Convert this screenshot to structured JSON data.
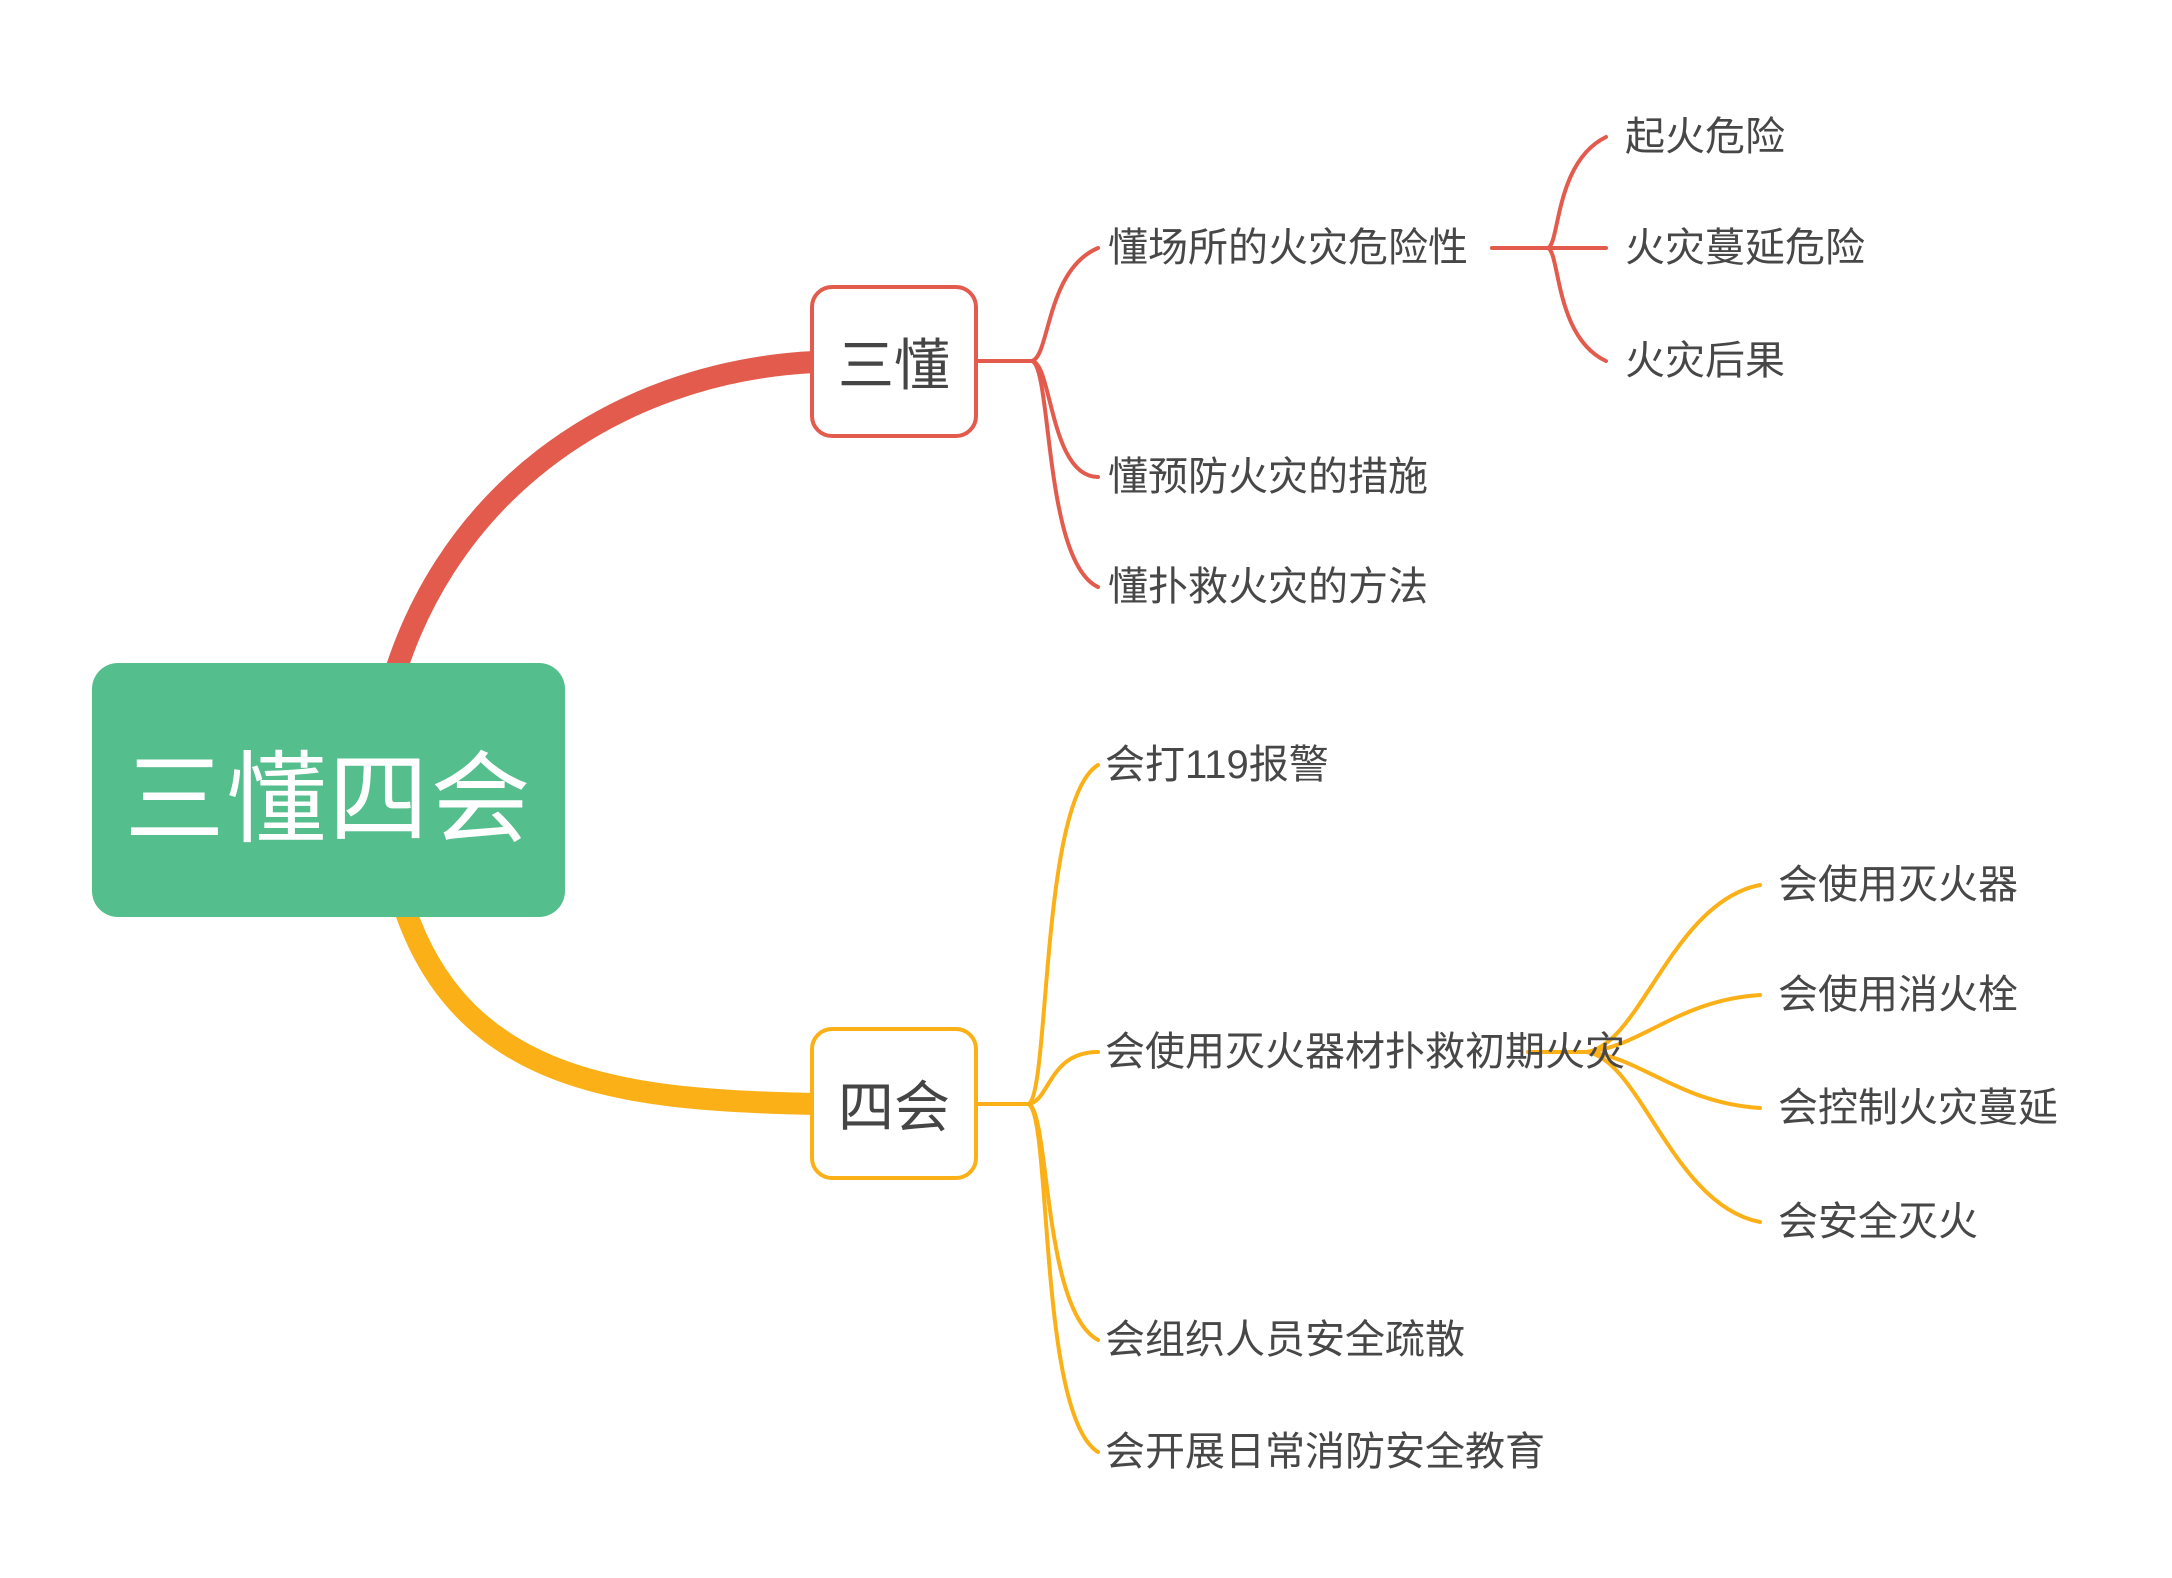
{
  "diagram": {
    "type": "mindmap",
    "root": {
      "label": "三懂四会"
    },
    "colors": {
      "root_bg": "#55BE8D",
      "root_text": "#FFFFFF",
      "branch_red": "#E25B4C",
      "branch_yellow": "#FBB017",
      "text": "#474747",
      "node_bg": "#FFFFFF"
    },
    "branches": [
      {
        "label": "三懂",
        "color": "#E25B4C",
        "children": [
          {
            "label": "懂场所的火灾危险性",
            "children": [
              {
                "label": "起火危险"
              },
              {
                "label": "火灾蔓延危险"
              },
              {
                "label": "火灾后果"
              }
            ]
          },
          {
            "label": "懂预防火灾的措施"
          },
          {
            "label": "懂扑救火灾的方法"
          }
        ]
      },
      {
        "label": "四会",
        "color": "#FBB017",
        "children": [
          {
            "label": "会打119报警"
          },
          {
            "label": "会使用灭火器材扑救初期火灾",
            "children": [
              {
                "label": "会使用灭火器"
              },
              {
                "label": "会使用消火栓"
              },
              {
                "label": "会控制火灾蔓延"
              },
              {
                "label": "会安全灭火"
              }
            ]
          },
          {
            "label": "会组织人员安全疏散"
          },
          {
            "label": "会开展日常消防安全教育"
          }
        ]
      }
    ]
  }
}
